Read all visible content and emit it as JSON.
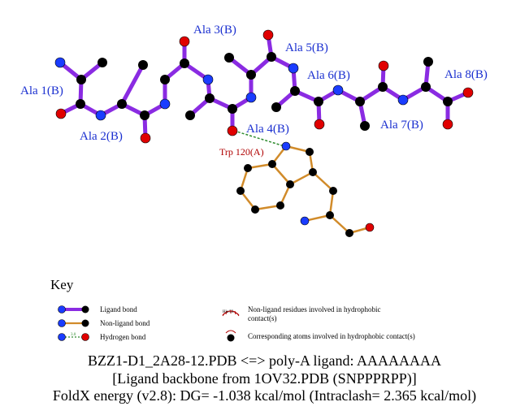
{
  "residue_labels": {
    "ala1": "Ala 1(B)",
    "ala2": "Ala 2(B)",
    "ala3": "Ala 3(B)",
    "ala4": "Ala 4(B)",
    "ala5": "Ala 5(B)",
    "ala6": "Ala 6(B)",
    "ala7": "Ala 7(B)",
    "ala8": "Ala 8(B)",
    "trp120": "Trp 120(A)"
  },
  "key": {
    "title": "Key",
    "ligand_bond": "Ligand bond",
    "nonligand_bond": "Non-ligand bond",
    "hydrogen_bond": "Hydrogen bond",
    "hbond_distance": "3.0",
    "hydrophobic_residue_example": "His 53",
    "hydrophobic_residue_line1": "Non-ligand residues involved in hydrophobic",
    "hydrophobic_residue_line2": "contact(s)",
    "hydrophobic_atoms": "Corresponding atoms involved in hydrophobic contact(s)"
  },
  "caption": {
    "line1": "BZZ1-D1_2A28-12.PDB <=> poly-A ligand: AAAAAAAA",
    "line2": "[Ligand backbone from 1OV32.PDB (SNPPPRPP)]",
    "line3": "FoldX energy (v2.8): DG= -1.038 kcal/mol (Intraclash= 2.365 kcal/mol)"
  },
  "colors": {
    "ligand_bond": "#8a2be2",
    "nonligand_bond": "#d18b2a",
    "hydrogen_bond": "#2e8b2e",
    "label_blue": "#1a2fd0",
    "label_red": "#b00000",
    "carbon": "#000000",
    "nitrogen": "#1a3cff",
    "oxygen": "#e00000"
  }
}
